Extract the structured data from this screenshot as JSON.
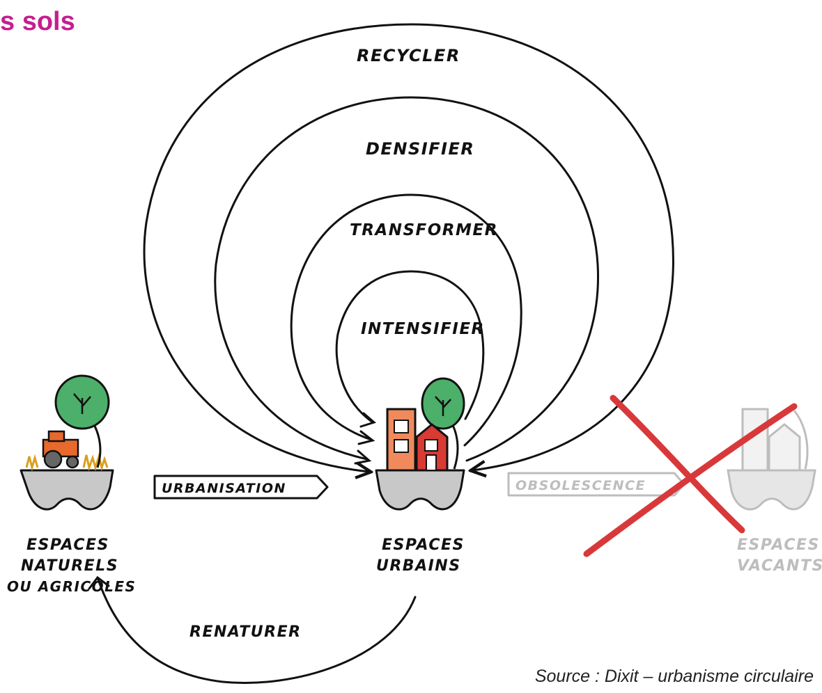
{
  "header": {
    "title": "s sols"
  },
  "footer": {
    "source": "Source : Dixit – urbanisme circulaire"
  },
  "loops": {
    "recycler": "RECYCLER",
    "densifier": "DENSIFIER",
    "transformer": "TRANSFORMER",
    "intensifier": "INTENSIFIER"
  },
  "flows": {
    "urbanisation": "URBANISATION",
    "obsolescence": "OBSOLESCENCE",
    "renaturer": "RENATURER"
  },
  "spaces": {
    "natural": {
      "line1": "ESPACES",
      "line2": "NATURELS",
      "line3": "OU AGRICOLES"
    },
    "urban": {
      "line1": "ESPACES",
      "line2": "URBAINS"
    },
    "vacant": {
      "line1": "ESPACES",
      "line2": "VACANTS"
    }
  },
  "colors": {
    "title": "#c51e8f",
    "tree": "#4caf6a",
    "building_orange": "#f08a5d",
    "building_red": "#d83a34",
    "tractor": "#e8692c",
    "ground": "#c8c8c8",
    "cross": "#d9383a",
    "faded": "#bdbdbd"
  }
}
